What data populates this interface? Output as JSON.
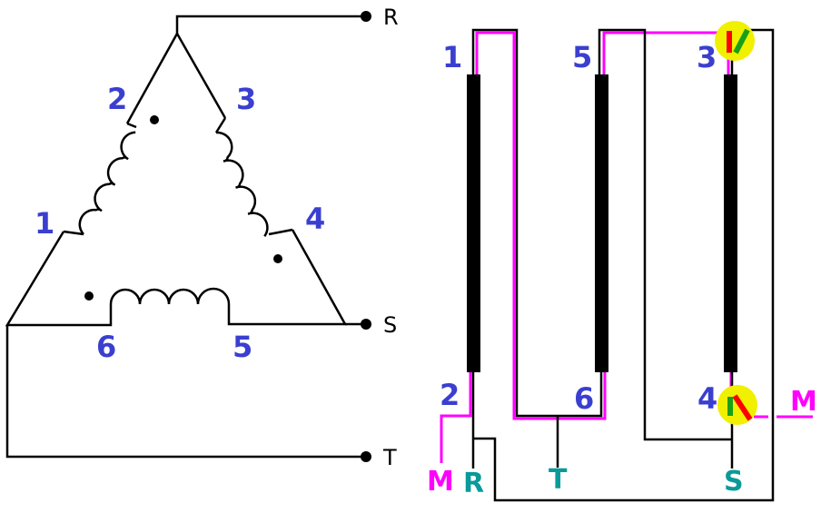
{
  "delta": {
    "terminals": [
      "R",
      "S",
      "T"
    ],
    "winding_numbers": [
      "1",
      "2",
      "3",
      "4",
      "5",
      "6"
    ]
  },
  "transformer": {
    "winding_numbers": [
      "1",
      "2",
      "5",
      "6",
      "3",
      "4"
    ],
    "line_labels": [
      "R",
      "T",
      "S"
    ],
    "meter_labels": [
      "M",
      "M"
    ]
  },
  "colors": {
    "number": "#3a3fd0",
    "line": "#0a9a9a",
    "meter": "#ff00ff",
    "highlight": "#f0f000"
  }
}
